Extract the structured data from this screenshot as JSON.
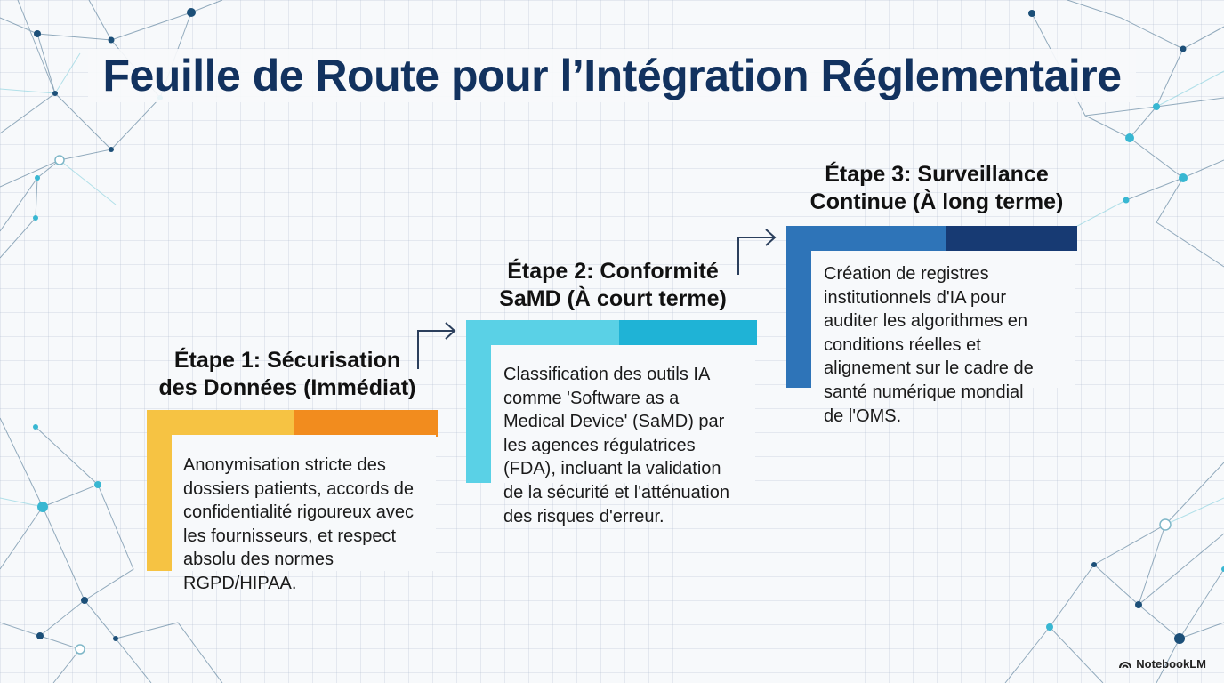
{
  "title": "Feuille de Route pour l’Intégration Réglementaire",
  "steps": [
    {
      "heading": "Étape 1: Sécurisation\ndes Données (Immédiat)",
      "text": "Anonymisation stricte des\ndossiers patients, accords de\nconfidentialité rigoureux avec\nles fournisseurs, et respect\nabsolu des normes\nRGPD/HIPAA.",
      "colors": {
        "light": "#f6c343",
        "dark": "#f28c1e"
      }
    },
    {
      "heading": "Étape 2: Conformité\nSaMD (À court terme)",
      "text": "Classification des outils IA\ncomme 'Software as a\nMedical Device' (SaMD) par\nles agences régulatrices\n(FDA), incluant la validation\nde la sécurité et l'atténuation\ndes risques d'erreur.",
      "colors": {
        "light": "#5ad1e6",
        "dark": "#1fb3d6"
      }
    },
    {
      "heading": "Étape 3: Surveillance\nContinue (À long terme)",
      "text": "Création de registres\ninstitutionnels d'IA pour\nauditer les algorithmes en\nconditions réelles et\nalignement sur le cadre de\nsanté numérique mondial\nde l'OMS.",
      "colors": {
        "light": "#2e74b8",
        "dark": "#173a73"
      }
    }
  ],
  "logo": {
    "label": "NotebookLM"
  }
}
